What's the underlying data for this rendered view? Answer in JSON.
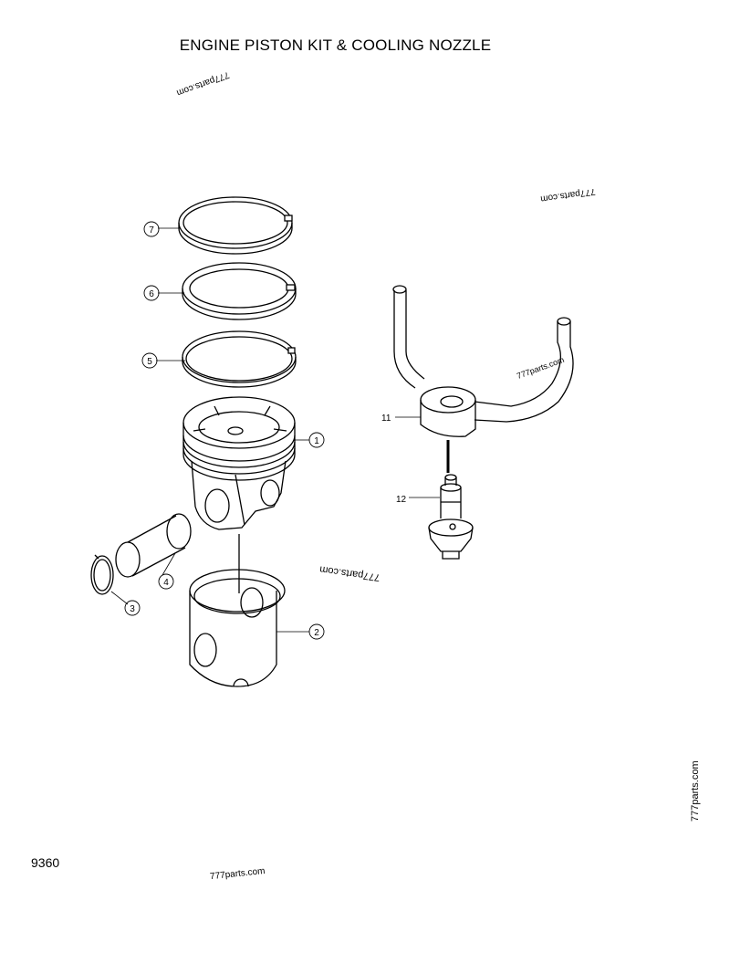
{
  "title": "ENGINE PISTON KIT & COOLING NOZZLE",
  "page_code": "9360",
  "watermark": "777parts.com",
  "callouts": {
    "c1": "1",
    "c2": "2",
    "c3": "3",
    "c4": "4",
    "c5": "5",
    "c6": "6",
    "c7": "7",
    "c11": "11",
    "c12": "12"
  }
}
